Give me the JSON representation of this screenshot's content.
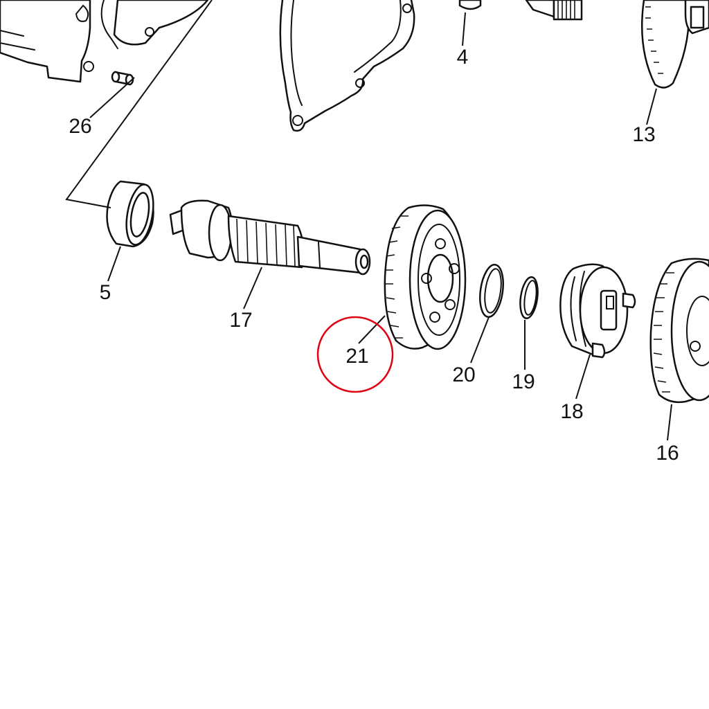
{
  "diagram": {
    "callouts": [
      {
        "id": "4",
        "label": "4"
      },
      {
        "id": "26",
        "label": "26"
      },
      {
        "id": "13",
        "label": "13"
      },
      {
        "id": "5",
        "label": "5"
      },
      {
        "id": "17",
        "label": "17"
      },
      {
        "id": "21",
        "label": "21"
      },
      {
        "id": "20",
        "label": "20"
      },
      {
        "id": "19",
        "label": "19"
      },
      {
        "id": "18",
        "label": "18"
      },
      {
        "id": "16",
        "label": "16"
      }
    ],
    "highlighted_callout": "21",
    "highlight_color": "#e0000f",
    "line_color": "#111111",
    "background_color": "#ffffff"
  }
}
